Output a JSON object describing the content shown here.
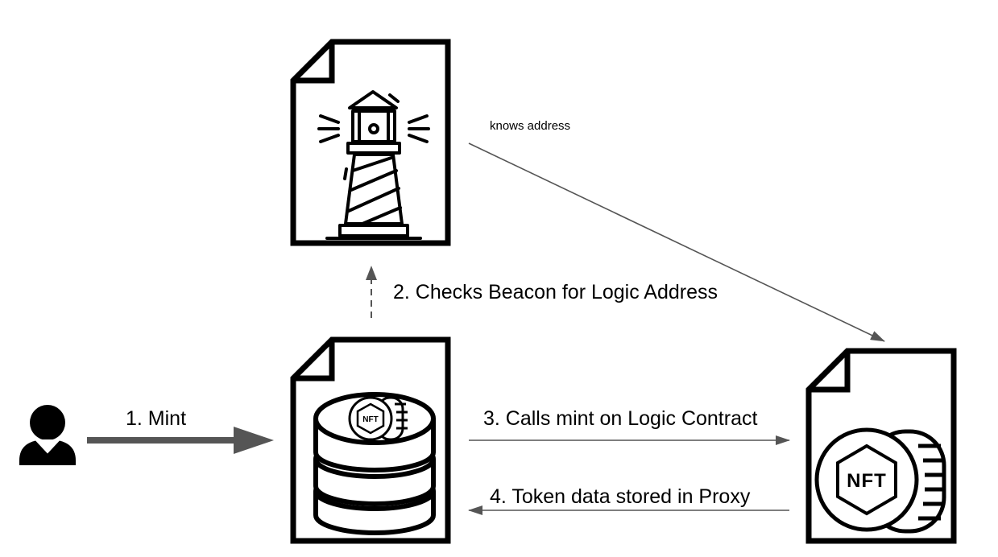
{
  "labels": {
    "mint": "1. Mint",
    "checks_beacon": "2. Checks Beacon for Logic Address",
    "calls_mint": "3. Calls mint on Logic Contract",
    "token_data": "4. Token data stored in Proxy",
    "knows_address": "knows address"
  },
  "nodes": {
    "beacon": {
      "icon": "lighthouse-icon"
    },
    "proxy": {
      "icon": "database-nft-icon",
      "badge": "NFT"
    },
    "logic": {
      "icon": "nft-coin-icon",
      "badge": "NFT"
    },
    "user": {
      "icon": "user-icon"
    }
  },
  "colors": {
    "stroke": "#000000",
    "arrow": "#555555"
  }
}
